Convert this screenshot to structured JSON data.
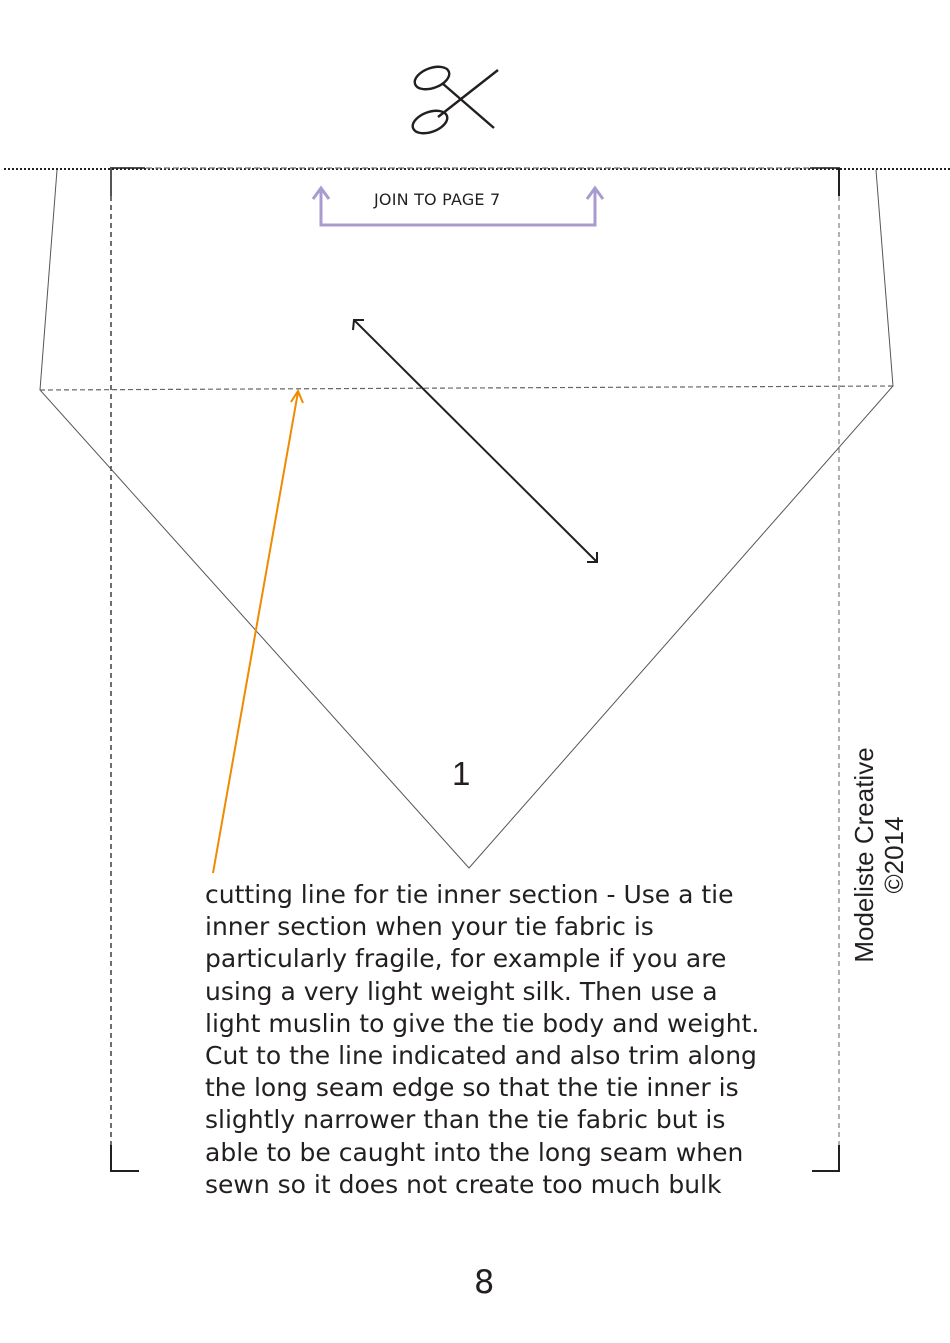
{
  "page": {
    "join_label": "JOIN TO PAGE 7",
    "piece_number": "1",
    "page_number": "8"
  },
  "note": {
    "lines": [
      "cutting line for tie inner section - Use a tie",
      "inner section when your tie fabric is",
      "particularly fragile, for example if you are",
      "using a very light weight silk. Then use a",
      "light muslin to give the tie body and weight.",
      "Cut to the line indicated and also trim along",
      "the long seam edge so that the tie inner is",
      "slightly narrower than the tie fabric but is",
      "able to be caught into the long seam when",
      "sewn so it does not create too much bulk"
    ]
  },
  "credit": {
    "brand": "Modeliste Creative",
    "year": "©2014"
  },
  "icons": {
    "cut_marker": "scissors-icon",
    "grainline": "double-arrow-icon",
    "join_arrows": "up-arrow-icon",
    "pointer": "orange-leader-arrow"
  },
  "colors": {
    "join_accent": "#a99bd0",
    "pointer_accent": "#f08a00",
    "ink": "#231f20",
    "outline": "#555555"
  }
}
